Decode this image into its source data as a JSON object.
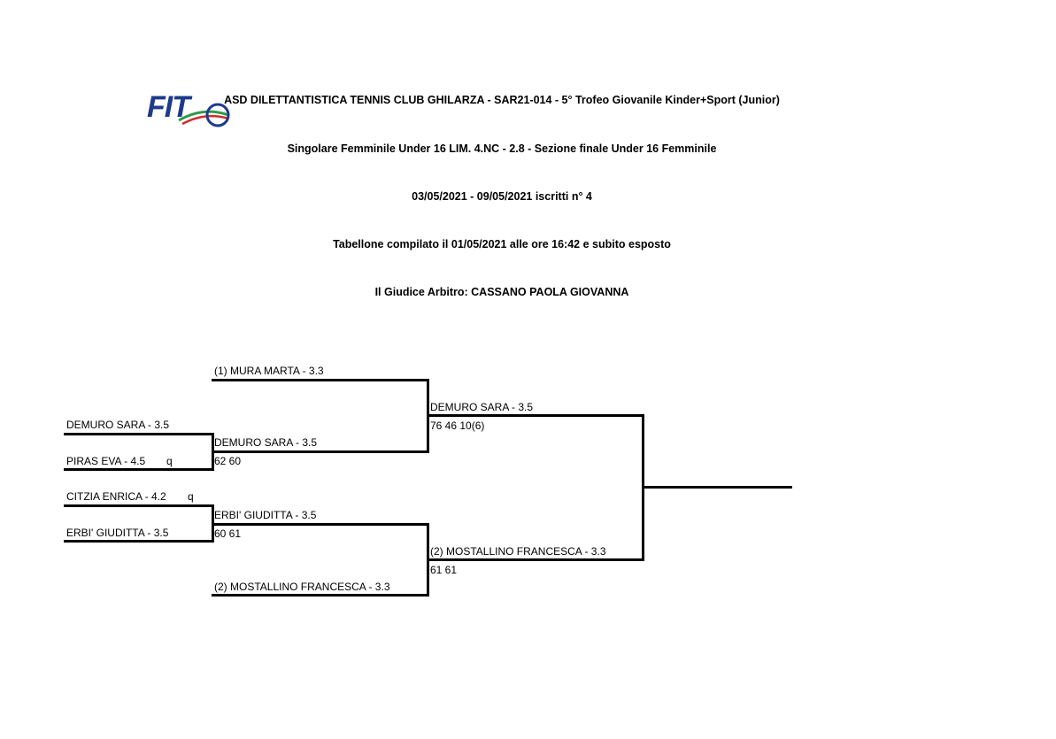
{
  "header": {
    "line1": "ASD DILETTANTISTICA TENNIS CLUB GHILARZA - SAR21-014 - 5° Trofeo Giovanile Kinder+Sport (Junior)",
    "line2": "Singolare Femminile Under 16 LIM. 4.NC - 2.8 - Sezione finale Under 16 Femminile",
    "line3": "03/05/2021 - 09/05/2021   iscritti n° 4",
    "line4": "Tabellone compilato il 01/05/2021 alle ore 16:42 e subito esposto",
    "line5": "Il Giudice Arbitro: CASSANO PAOLA GIOVANNA"
  },
  "logo": {
    "text": "FIT"
  },
  "colors": {
    "logo_blue": "#1d3a8c",
    "logo_green": "#2e9a4a",
    "logo_red": "#d12b2b",
    "line": "#000000"
  },
  "bracket": {
    "round0": [
      {
        "player": "DEMURO SARA - 3.5",
        "tag": ""
      },
      {
        "player": "PIRAS EVA - 4.5",
        "tag": "q"
      },
      {
        "player": "CITZIA ENRICA - 4.2",
        "tag": "q"
      },
      {
        "player": "ERBI' GIUDITTA - 3.5",
        "tag": ""
      }
    ],
    "round1": [
      {
        "player": "(1) MURA MARTA - 3.3",
        "score": ""
      },
      {
        "player": "DEMURO SARA - 3.5",
        "score": "62 60"
      },
      {
        "player": "ERBI' GIUDITTA - 3.5",
        "score": "60 61"
      },
      {
        "player": "(2) MOSTALLINO FRANCESCA - 3.3",
        "score": ""
      }
    ],
    "round2": [
      {
        "player": "DEMURO SARA - 3.5",
        "score": "76 46 10(6)"
      },
      {
        "player": "(2) MOSTALLINO FRANCESCA - 3.3",
        "score": "61 61"
      }
    ],
    "final": {
      "player": "",
      "score": ""
    }
  }
}
